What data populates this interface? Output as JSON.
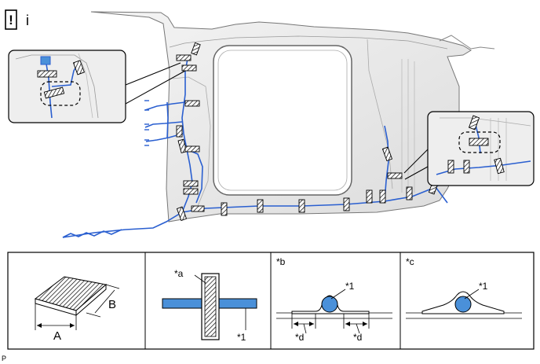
{
  "header": {
    "caution_icon": "exclamation-box-icon",
    "info_icon": "info-icon",
    "caution_symbol": "!",
    "info_symbol": "i"
  },
  "legend": {
    "tape_panel": {
      "label_a": "A",
      "label_b": "B"
    },
    "cross_section_panel": {
      "callout_a": "*a",
      "callout_1": "*1"
    },
    "panel_b": {
      "title": "*b",
      "callout_1": "*1",
      "callout_d_left": "*d",
      "callout_d_right": "*d"
    },
    "panel_c": {
      "title": "*c",
      "callout_1": "*1"
    }
  },
  "footer": {
    "code": "P"
  },
  "colors": {
    "wire": "#2a5fd0",
    "wire_fill": "#4a90d9",
    "outline": "#555555",
    "panel_bg": "#eeeeee"
  }
}
